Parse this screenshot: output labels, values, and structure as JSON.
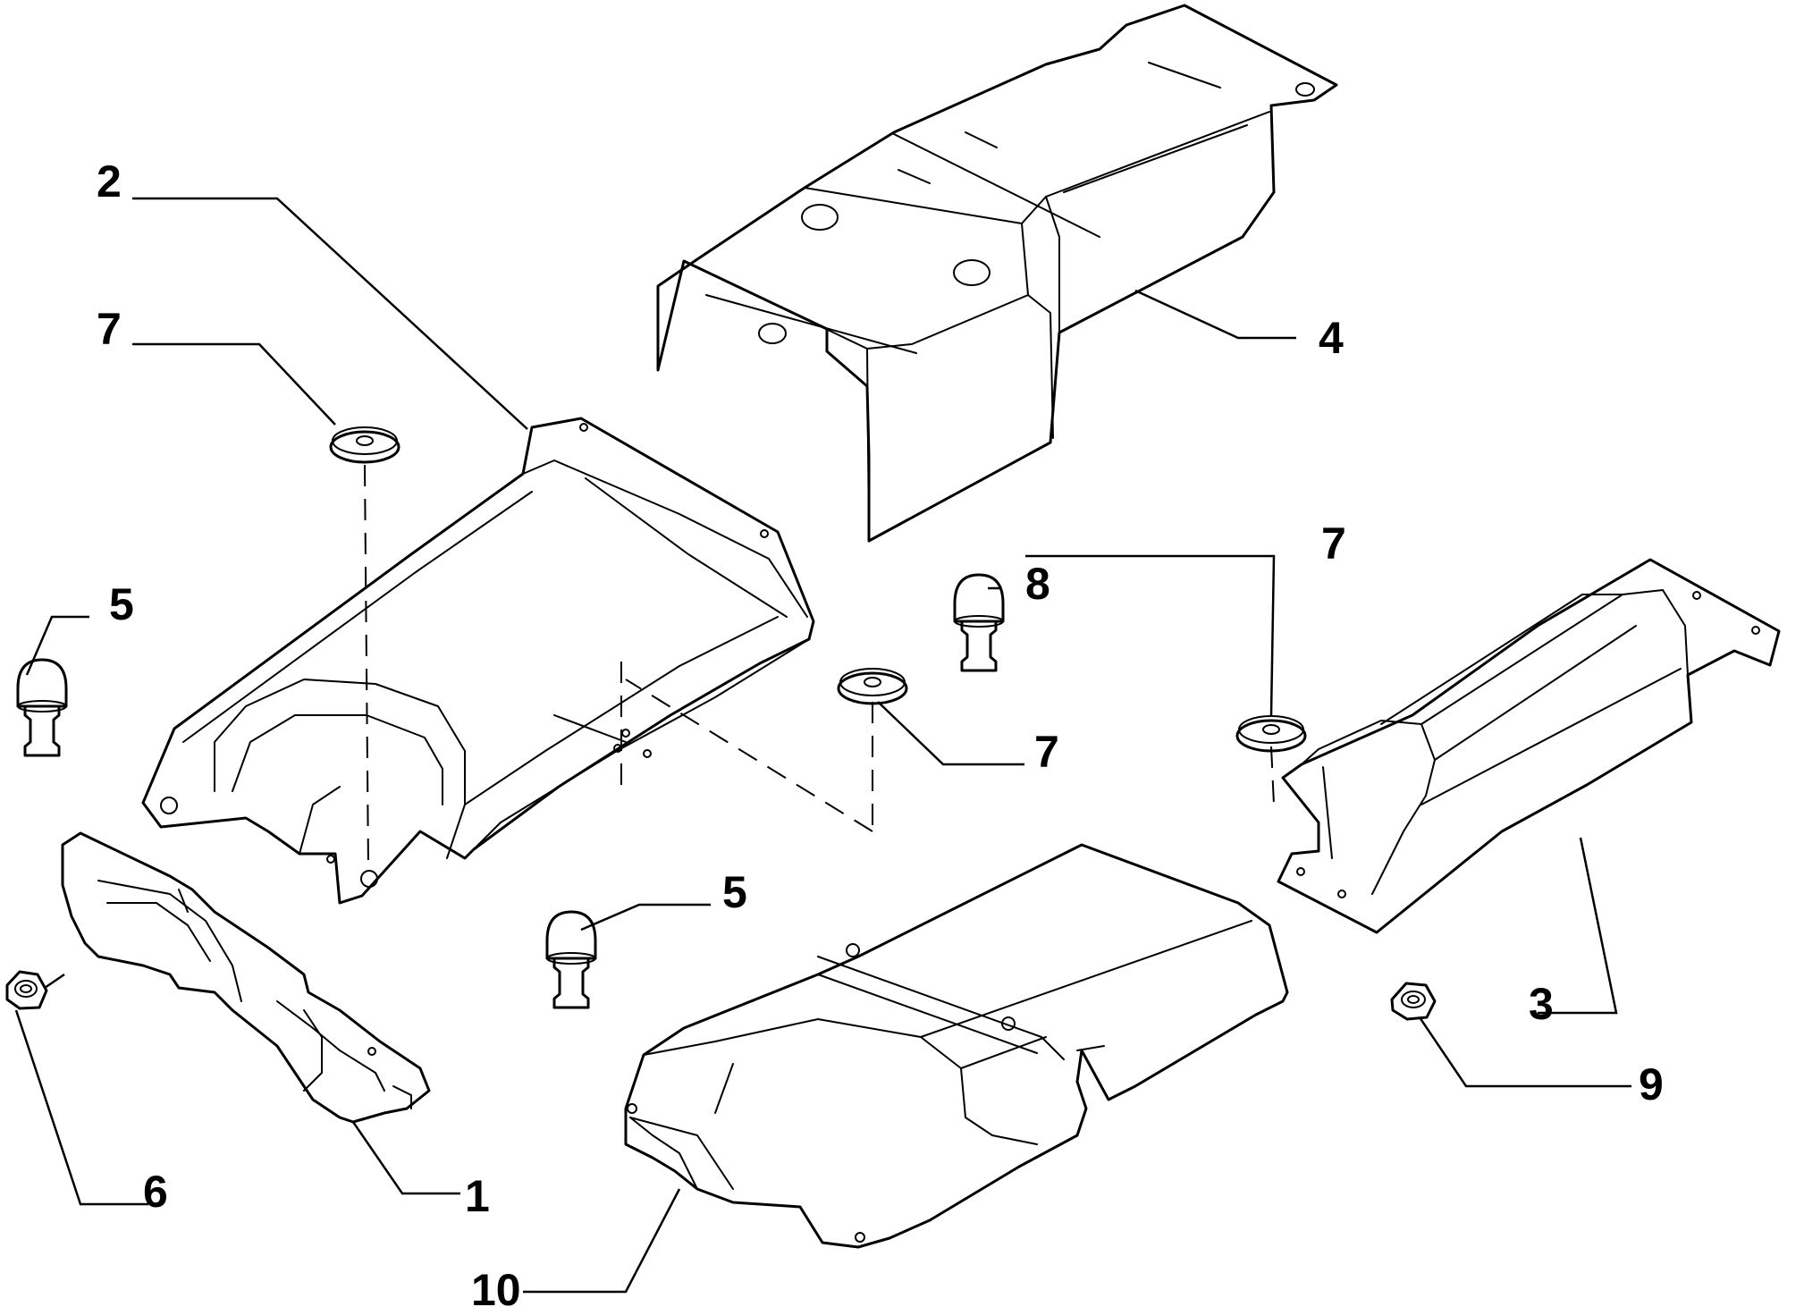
{
  "callouts": {
    "c1": "1",
    "c2": "2",
    "c3": "3",
    "c4": "4",
    "c5a": "5",
    "c5b": "5",
    "c6": "6",
    "c7a": "7",
    "c7b": "7",
    "c7c": "7",
    "c8": "8",
    "c9": "9",
    "c10": "10"
  }
}
